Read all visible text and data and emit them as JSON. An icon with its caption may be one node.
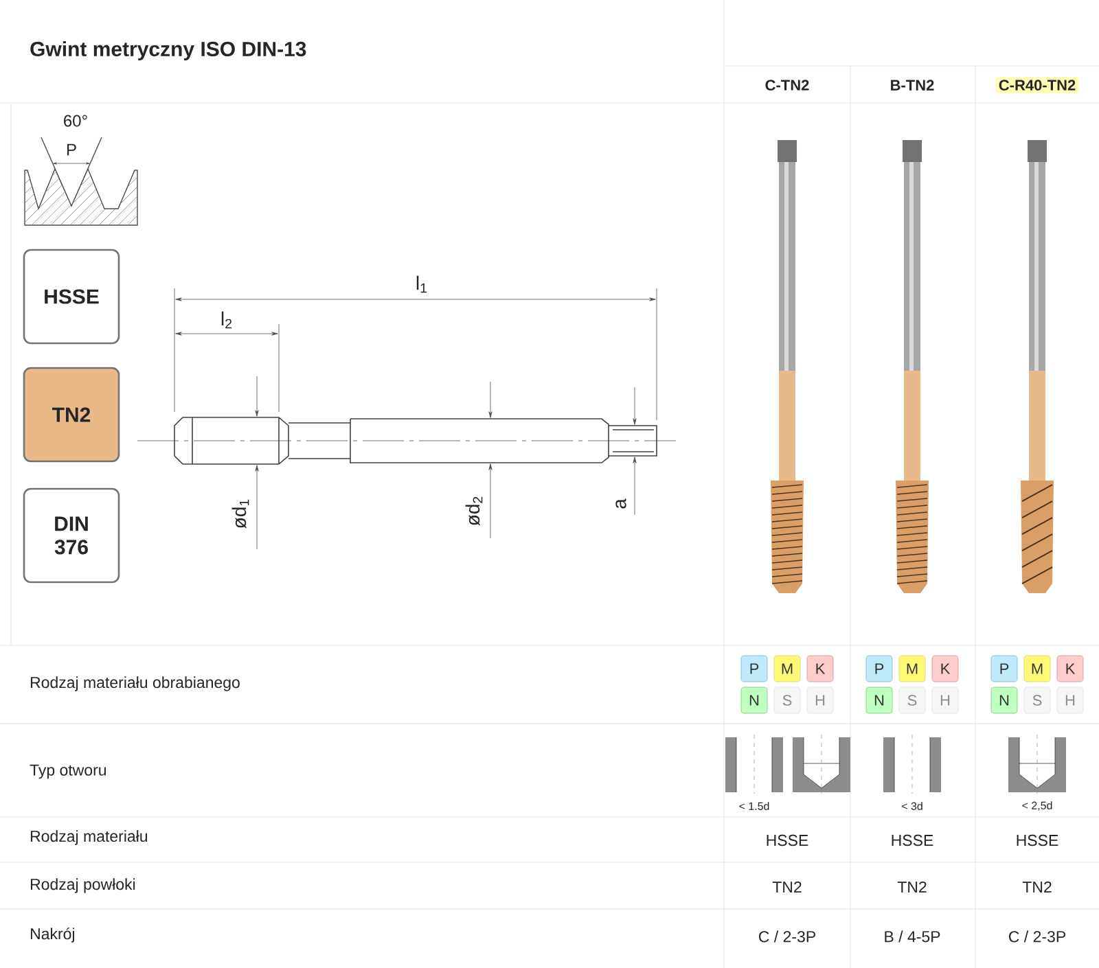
{
  "diagram": {
    "title": "Gwint metryczny ISO DIN-13",
    "nodes": [
      {
        "text": [
          "HSSE"
        ]
      },
      {
        "text": [
          "TN2"
        ]
      },
      {
        "text": [
          "DIN 376"
        ]
      },
      {
        "text": [
          "P"
        ]
      },
      {
        "text": [
          "M"
        ]
      },
      {
        "text": [
          "K"
        ]
      },
      {
        "text": [
          "N"
        ]
      },
      {
        "text": [
          "S"
        ]
      },
      {
        "text": [
          "H"
        ]
      },
      {
        "text": [
          "P"
        ]
      },
      {
        "text": [
          "M"
        ]
      },
      {
        "text": [
          "K"
        ]
      },
      {
        "text": [
          "N"
        ]
      },
      {
        "text": [
          "S"
        ]
      },
      {
        "text": [
          "H"
        ]
      },
      {
        "text": [
          "P"
        ]
      },
      {
        "text": [
          "M"
        ]
      },
      {
        "text": [
          "K"
        ]
      },
      {
        "text": [
          "N"
        ]
      },
      {
        "text": [
          "S"
        ]
      },
      {
        "text": [
          "H"
        ]
      }
    ],
    "edges": [],
    "labels": [
      "C-TN2",
      "B-TN2",
      "C-R40-TN2",
      "60°",
      "P",
      "l$_{1}$",
      "l$_{2}$",
      "ød$_{1}$",
      "ød$_{2}$",
      "a",
      "Rodzaj materiału obrabianego",
      "Typ otworu",
      "< 1.5d",
      "< 3d",
      "< 2,5d",
      "Rodzaj materiału",
      "HSSE",
      "HSSE",
      "HSSE",
      "Rodzaj powłoki",
      "TN2",
      "TN2",
      "TN2",
      "Nakrój",
      "C / 2-3P",
      "B / 4-5P",
      "C / 2-3P"
    ]
  }
}
